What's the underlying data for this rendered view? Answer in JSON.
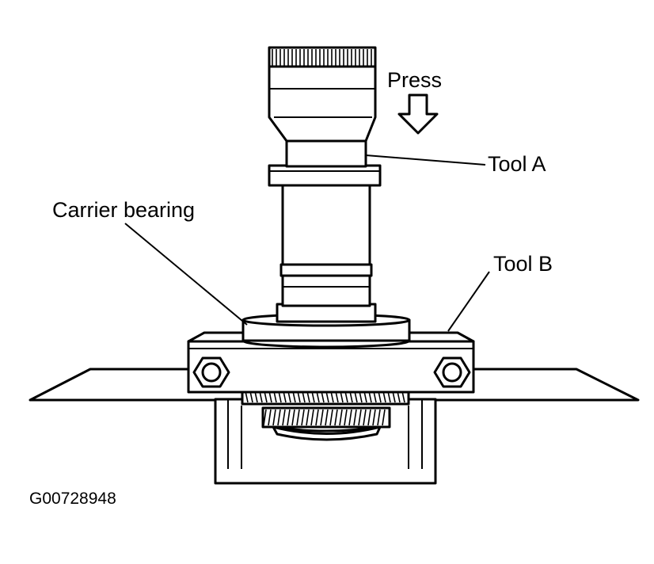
{
  "labels": {
    "press": "Press",
    "tool_a": "Tool A",
    "carrier_bearing": "Carrier bearing",
    "tool_b": "Tool B",
    "figure_code": "G00728948"
  }
}
